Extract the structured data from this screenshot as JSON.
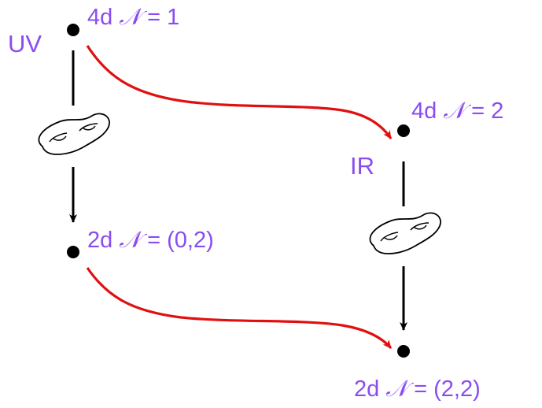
{
  "colors": {
    "label": "#8a4cf0",
    "flow": "#e01010",
    "line": "#000000"
  },
  "nodes": {
    "uv_tag": "UV",
    "ir_tag": "IR",
    "top_left": {
      "prefix": "4d",
      "symbol": "𝒩",
      "suffix": " = 1"
    },
    "top_right": {
      "prefix": "4d",
      "symbol": "𝒩",
      "suffix": " = 2"
    },
    "bottom_left": {
      "prefix": "2d",
      "symbol": "𝒩",
      "suffix": " = (0,2)"
    },
    "bottom_right": {
      "prefix": "2d",
      "symbol": "𝒩",
      "suffix": " = (2,2)"
    }
  },
  "icons": {
    "left_surface": "genus-two-surface-icon",
    "right_surface": "genus-two-surface-icon"
  }
}
